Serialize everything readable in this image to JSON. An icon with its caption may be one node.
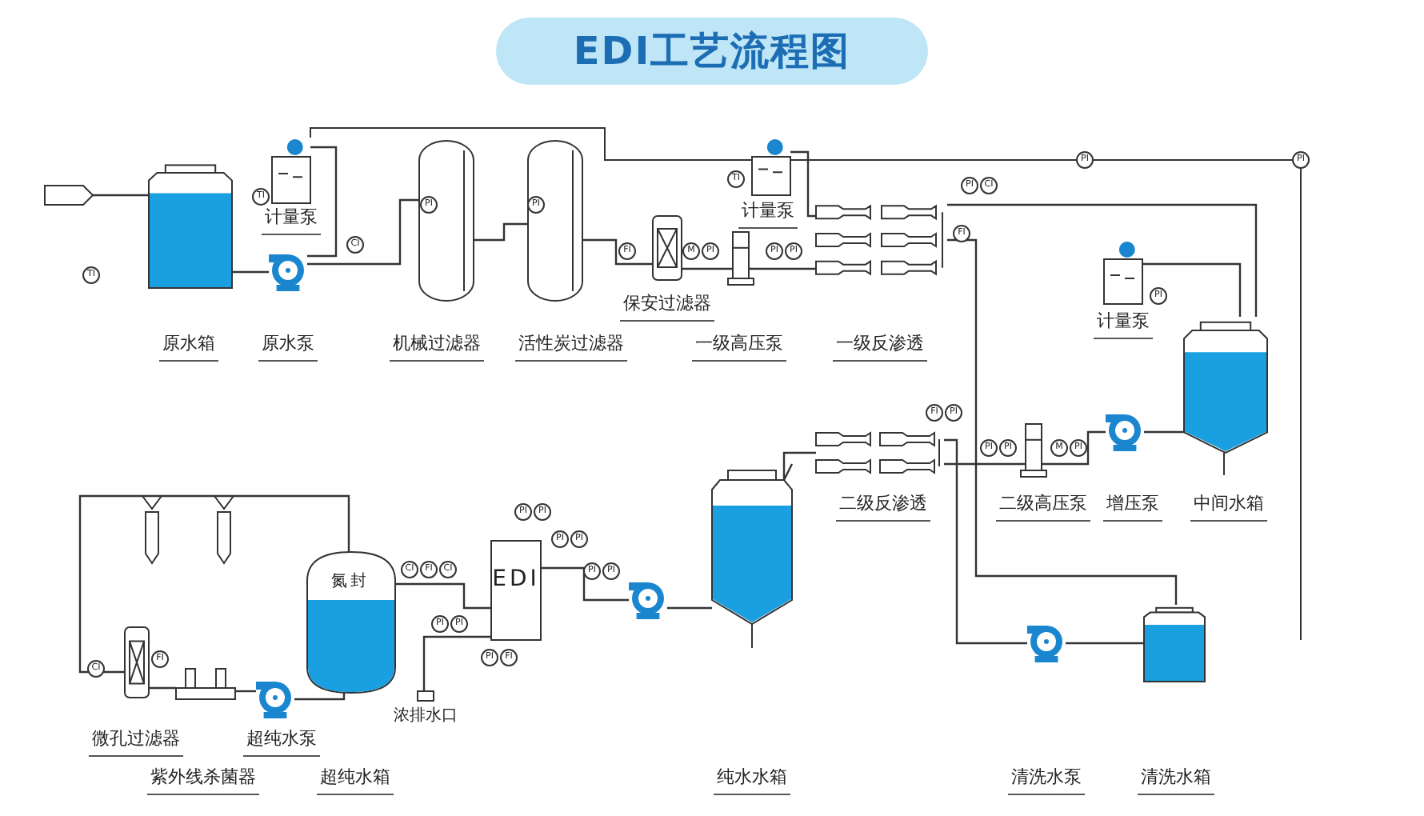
{
  "diagram": {
    "title": "EDI工艺流程图",
    "nodes": [
      {
        "text": [],
        "shape": "box"
      },
      {
        "text": [],
        "shape": "cylinder",
        "beside": [
          "原水箱"
        ]
      },
      {
        "text": [],
        "shape": "circle",
        "beside": [
          "原水泵"
        ]
      },
      {
        "text": [],
        "shape": "box",
        "beside": [
          "计量泵"
        ]
      },
      {
        "text": [],
        "shape": "cylinder",
        "beside": [
          "机械过滤器"
        ]
      },
      {
        "text": [],
        "shape": "cylinder",
        "beside": [
          "活性炭过滤器"
        ]
      },
      {
        "text": [],
        "shape": "box",
        "beside": [
          "保安过滤器"
        ]
      },
      {
        "text": [],
        "shape": "bar",
        "beside": [
          "一级高压泵"
        ]
      },
      {
        "text": [],
        "shape": "box",
        "beside": [
          "一级反渗透"
        ]
      },
      {
        "text": [],
        "shape": "box",
        "beside": [
          "计量泵"
        ]
      },
      {
        "text": [],
        "shape": "box",
        "beside": [
          "计量泵"
        ]
      },
      {
        "text": [],
        "shape": "cylinder",
        "beside": [
          "中间水箱"
        ]
      },
      {
        "text": [],
        "shape": "circle",
        "beside": [
          "增压泵"
        ]
      },
      {
        "text": [],
        "shape": "bar",
        "beside": [
          "二级高压泵"
        ]
      },
      {
        "text": [],
        "shape": "box",
        "beside": [
          "二级反渗透"
        ]
      },
      {
        "text": [],
        "shape": "cylinder"
      },
      {
        "text": [],
        "shape": "cylinder"
      },
      {
        "text": [],
        "shape": "circle"
      },
      {
        "text": [],
        "shape": "circle"
      },
      {
        "text": [
          "EDI"
        ]
      },
      {
        "text": [
          "氮封"
        ]
      },
      {
        "text": [],
        "shape": "circle",
        "beside": [
          "超纯水泵"
        ]
      },
      {
        "text": [],
        "shape": "bar",
        "beside": [
          "紫外线杀菌器"
        ]
      },
      {
        "text": [],
        "shape": "box",
        "beside": [
          "微孔过滤器"
        ]
      },
      {
        "text": [],
        "shape": "box",
        "beside": [
          "浓排水口"
        ]
      }
    ],
    "edges": [
      {
        "from": 0,
        "to": 1,
        "arrow": "none"
      },
      {
        "from": 1,
        "to": 2,
        "arrow": "none"
      },
      {
        "from": 2,
        "to": 4,
        "arrow": "none"
      },
      {
        "from": 3,
        "to": 2,
        "arrow": "none"
      },
      {
        "from": 4,
        "to": 5,
        "arrow": "none"
      },
      {
        "from": 5,
        "to": 6,
        "arrow": "none"
      },
      {
        "from": 6,
        "to": 7,
        "arrow": "none"
      },
      {
        "from": 7,
        "to": 8,
        "arrow": "none"
      },
      {
        "from": 9,
        "to": 8,
        "arrow": "none"
      },
      {
        "from": 8,
        "to": 11,
        "arrow": "none"
      },
      {
        "from": 10,
        "to": 11,
        "arrow": "none"
      },
      {
        "from": 11,
        "to": 12,
        "arrow": "none"
      },
      {
        "from": 12,
        "to": 13,
        "arrow": "none"
      },
      {
        "from": 13,
        "to": 14,
        "arrow": "none"
      },
      {
        "from": 14,
        "to": 15,
        "arrow": "none"
      },
      {
        "from": 15,
        "to": 18,
        "arrow": "none"
      },
      {
        "from": 18,
        "to": 19,
        "arrow": "none"
      },
      {
        "from": 19,
        "to": 20,
        "arrow": "none"
      },
      {
        "from": 20,
        "to": 21,
        "arrow": "none"
      },
      {
        "from": 21,
        "to": 22,
        "arrow": "none"
      },
      {
        "from": 22,
        "to": 23,
        "arrow": "none"
      },
      {
        "from": 23,
        "to": 20,
        "arrow": "none"
      },
      {
        "from": 19,
        "to": 24,
        "arrow": "none"
      },
      {
        "from": 17,
        "to": 16,
        "arrow": "none"
      },
      {
        "from": 8,
        "to": 16,
        "arrow": "none"
      },
      {
        "from": 14,
        "to": 17,
        "arrow": "none"
      }
    ],
    "labels": [
      "TI",
      "TI",
      "CI",
      "PI",
      "PI",
      "FI",
      "M",
      "PI",
      "TI",
      "PI",
      "PI",
      "PI",
      "CI",
      "FI",
      "PI",
      "PI",
      "PI",
      "FI",
      "PI",
      "PI",
      "PI",
      "M",
      "PI",
      "CI",
      "FI",
      "CI",
      "PI",
      "PI",
      "PI",
      "PI",
      "PI",
      "PI",
      "PI",
      "PI",
      "PI",
      "FI",
      "CI",
      "FI",
      "超纯水箱",
      "纯水水箱",
      "清洗水泵",
      "清洗水箱"
    ]
  }
}
